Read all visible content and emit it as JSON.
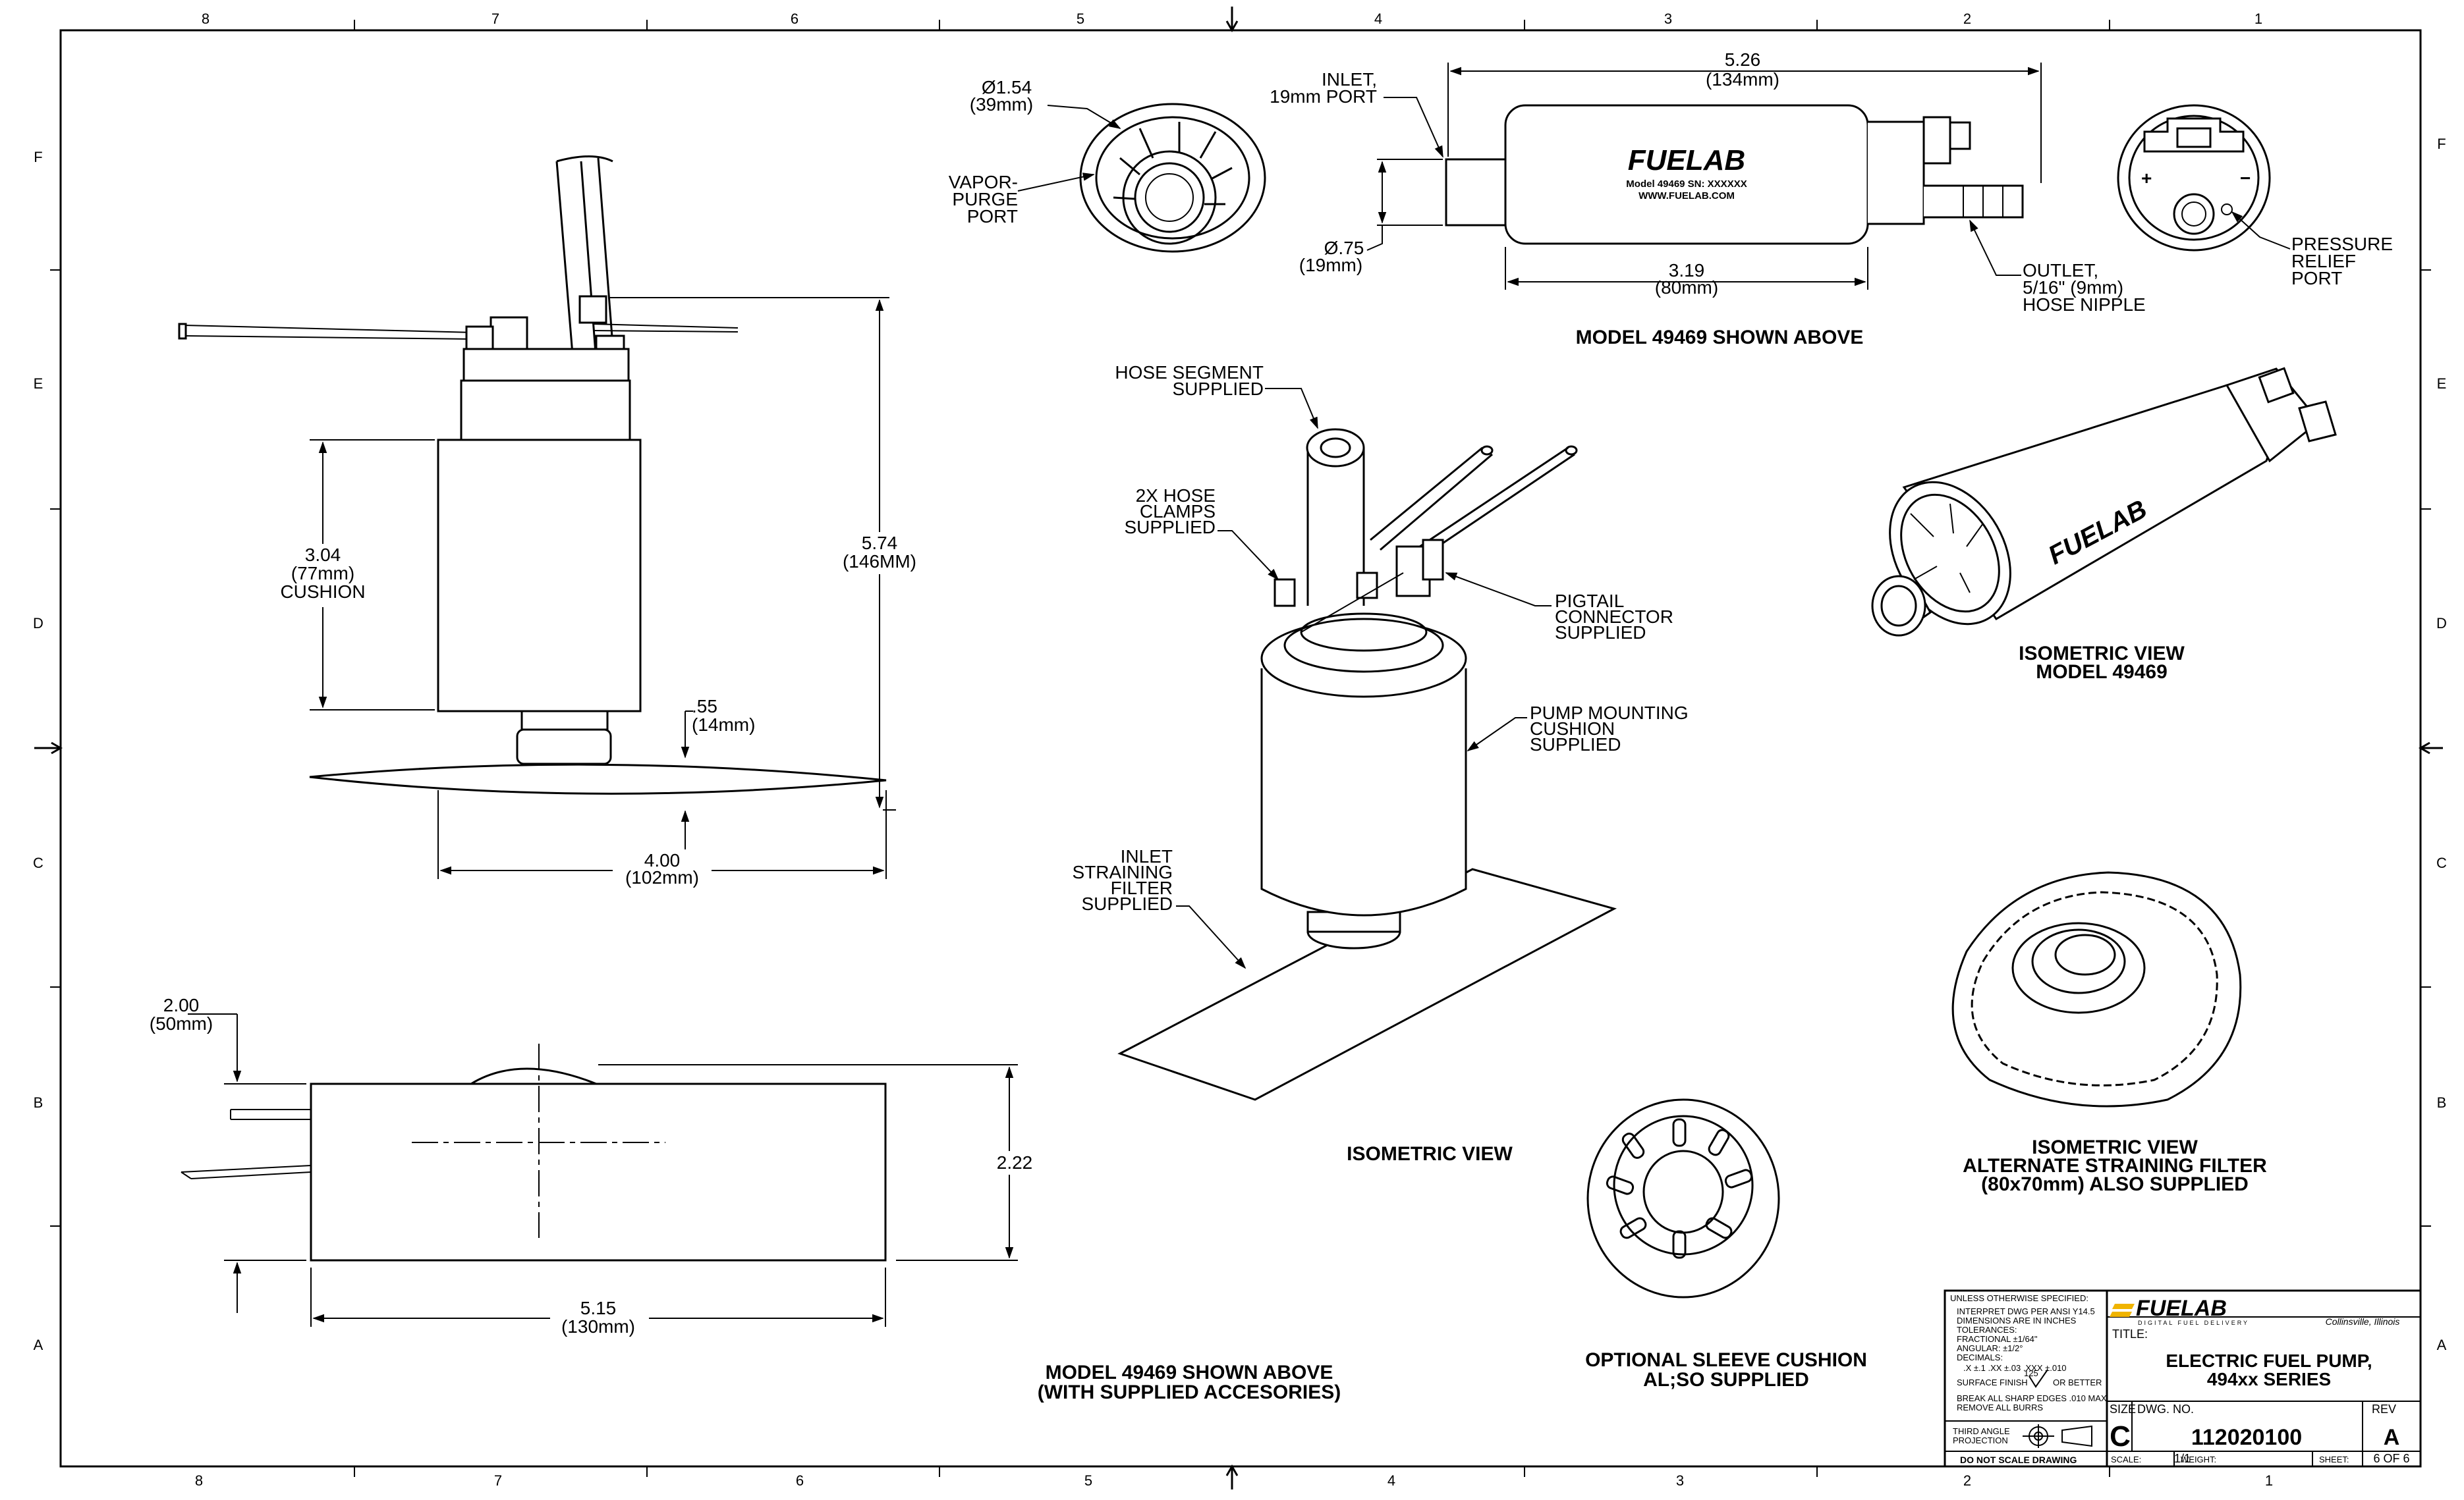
{
  "border": {
    "columns_top": [
      "8",
      "7",
      "6",
      "5",
      "4",
      "3",
      "2",
      "1"
    ],
    "columns_bottom": [
      "8",
      "7",
      "6",
      "5",
      "4",
      "3",
      "2",
      "1"
    ],
    "rows_left": [
      "F",
      "E",
      "D",
      "C",
      "B",
      "A"
    ],
    "rows_right": [
      "F",
      "E",
      "D",
      "C",
      "B",
      "A"
    ]
  },
  "views": {
    "front": {
      "dim_cushion_in": "3.04",
      "dim_cushion_mm": "(77mm)",
      "dim_cushion_word": "CUSHION",
      "dim_height_in": "5.74",
      "dim_height_mm": "(146MM)",
      "dim_base_in": ".55",
      "dim_base_mm": "(14mm)",
      "dim_width_in": "4.00",
      "dim_width_mm": "(102mm)"
    },
    "side": {
      "dim_offset_in": "2.00",
      "dim_offset_mm": "(50mm)",
      "dim_height": "2.22",
      "dim_length_in": "5.15",
      "dim_length_mm": "(130mm)",
      "caption_1": "MODEL 49469 SHOWN ABOVE",
      "caption_2": "(WITH SUPPLIED ACCESORIES)"
    },
    "inlet_end": {
      "dim_dia": "Ø1.54",
      "dim_mm": "(39mm)",
      "vapor_1": "VAPOR-",
      "vapor_2": "PURGE",
      "vapor_3": "PORT"
    },
    "pump_side": {
      "inlet_1": "INLET,",
      "inlet_2": "19mm PORT",
      "dim_len_in": "5.26",
      "dim_len_mm": "(134mm)",
      "dim_dia_in": "Ø.75",
      "dim_dia_mm": "(19mm)",
      "dim_body_in": "3.19",
      "dim_body_mm": "(80mm)",
      "outlet_1": "OUTLET,",
      "outlet_2": "5/16\" (9mm)",
      "outlet_3": "HOSE NIPPLE",
      "logo": "FUELAB",
      "model_line": "Model 49469   SN: XXXXXX",
      "url": "WWW.FUELAB.COM",
      "caption": "MODEL 49469 SHOWN ABOVE"
    },
    "outlet_end": {
      "plus": "+",
      "minus": "−",
      "pressure_1": "PRESSURE",
      "pressure_2": "RELIEF",
      "pressure_3": "PORT"
    },
    "iso_accessories": {
      "hose_1": "HOSE SEGMENT",
      "hose_2": "SUPPLIED",
      "clamps_1": "2X HOSE",
      "clamps_2": "CLAMPS",
      "clamps_3": "SUPPLIED",
      "pigtail_1": "PIGTAIL",
      "pigtail_2": "CONNECTOR",
      "pigtail_3": "SUPPLIED",
      "cushion_1": "PUMP MOUNTING",
      "cushion_2": "CUSHION",
      "cushion_3": "SUPPLIED",
      "filter_1": "INLET",
      "filter_2": "STRAINING",
      "filter_3": "FILTER",
      "filter_4": "SUPPLIED",
      "caption": "ISOMETRIC VIEW"
    },
    "iso_model": {
      "logo": "FUELAB",
      "caption_1": "ISOMETRIC VIEW",
      "caption_2": "MODEL 49469"
    },
    "iso_filter": {
      "caption_1": "ISOMETRIC VIEW",
      "caption_2": "ALTERNATE STRAINING FILTER",
      "caption_3": "(80x70mm) ALSO SUPPLIED"
    },
    "sleeve": {
      "caption_1": "OPTIONAL SLEEVE CUSHION",
      "caption_2": "AL;SO SUPPLIED"
    }
  },
  "title_block": {
    "notes_header": "UNLESS OTHERWISE SPECIFIED:",
    "notes": [
      "INTERPRET DWG PER ANSI Y14.5",
      "DIMENSIONS ARE IN INCHES",
      "TOLERANCES:",
      "FRACTIONAL ±1/64\"",
      "ANGULAR: ±1/2°",
      "DECIMALS:",
      ".X ±.1   .XX ±.03   .XXX ±.010"
    ],
    "surface_finish": "SURFACE FINISH",
    "surface_value": "125",
    "surface_better": "OR BETTER",
    "break_edges": "BREAK ALL SHARP EDGES .010 MAX",
    "remove_burrs": "REMOVE ALL BURRS",
    "projection_1": "THIRD ANGLE",
    "projection_2": "PROJECTION",
    "do_not_scale": "DO NOT SCALE DRAWING",
    "logo": "FUELAB",
    "tagline": "DIGITAL FUEL DELIVERY",
    "location": "Collinsville, Illinois",
    "title_label": "TITLE:",
    "title_1": "ELECTRIC FUEL PUMP,",
    "title_2": "494xx SERIES",
    "size_label": "SIZE",
    "size": "C",
    "dwg_label": "DWG. NO.",
    "dwg_no": "112020100",
    "rev_label": "REV",
    "rev": "A",
    "scale_label": "SCALE:",
    "scale": "1/1",
    "weight_label": "WEIGHT:",
    "sheet_label": "SHEET:",
    "sheet": "6 OF 6"
  },
  "colors": {
    "line": "#000000",
    "logo_accent": "#f0b400",
    "background": "#ffffff"
  }
}
